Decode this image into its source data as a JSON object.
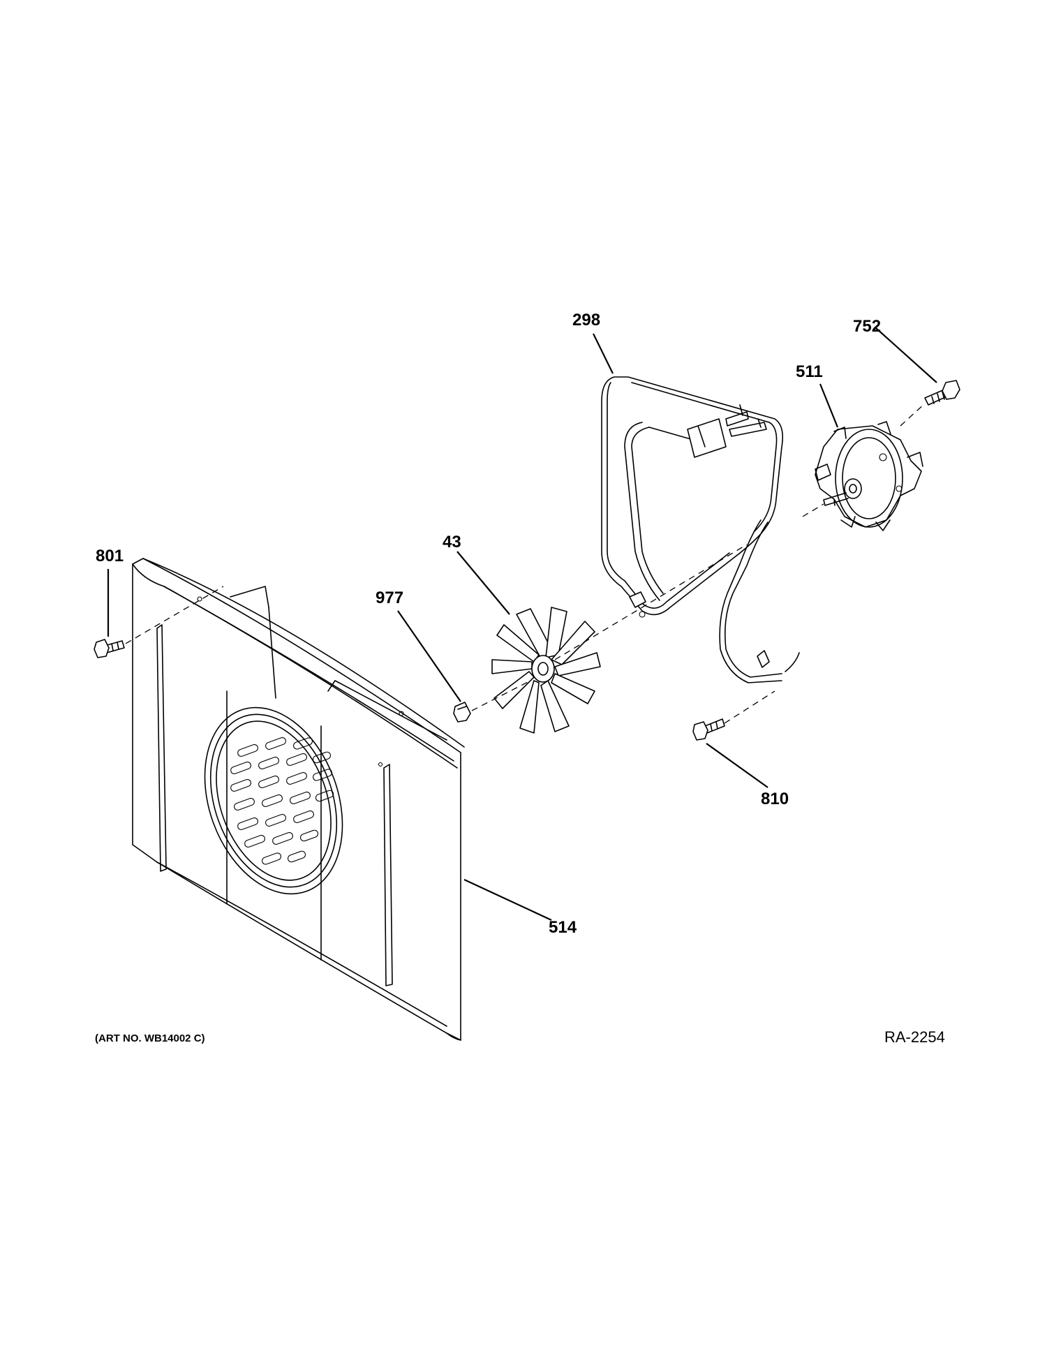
{
  "callouts": {
    "c298": "298",
    "c752": "752",
    "c511": "511",
    "c801": "801",
    "c43": "43",
    "c977": "977",
    "c810": "810",
    "c514": "514"
  },
  "footer": {
    "art_no": "(ART NO. WB14002 C)",
    "ref": "RA-2254"
  }
}
